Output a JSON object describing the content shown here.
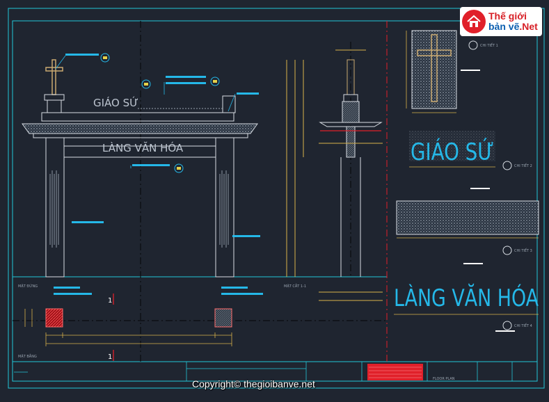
{
  "brand": {
    "line1": "Thế giới",
    "line2": "bản vẽ",
    "line2_suffix": ".Net"
  },
  "copyright": "Copyright© thegioibanve.net",
  "drawing": {
    "elevation": {
      "sign_top": "GIÁO SỨ",
      "sign_main": "LÀNG VĂN HÓA"
    },
    "section_label": "MẶT CẮT 1-1",
    "section_marks": [
      "1",
      "1"
    ],
    "plan_label_top": "MẶT ĐỨNG",
    "plan_label_bottom": "MẶT BẰNG",
    "details": {
      "detail_1": "CHI TIẾT 1",
      "detail_2": "CHI TIẾT 2",
      "detail_3": "CHI TIẾT 3",
      "detail_4": "CHI TIẾT 4",
      "detail2_text": "GIÁO SỨ",
      "detail4_text": "LÀNG VĂN HÓA"
    },
    "title_block": {
      "floor_plan": "FLOOR PLAN"
    }
  },
  "colors": {
    "background": "#1f2530",
    "frame": "#22c6d8",
    "line_white": "#d8dde3",
    "dimension": "#d9b24a",
    "text_cyan": "#25b8e8",
    "accent_red": "#e0202a",
    "hatch": "#7a8593"
  }
}
